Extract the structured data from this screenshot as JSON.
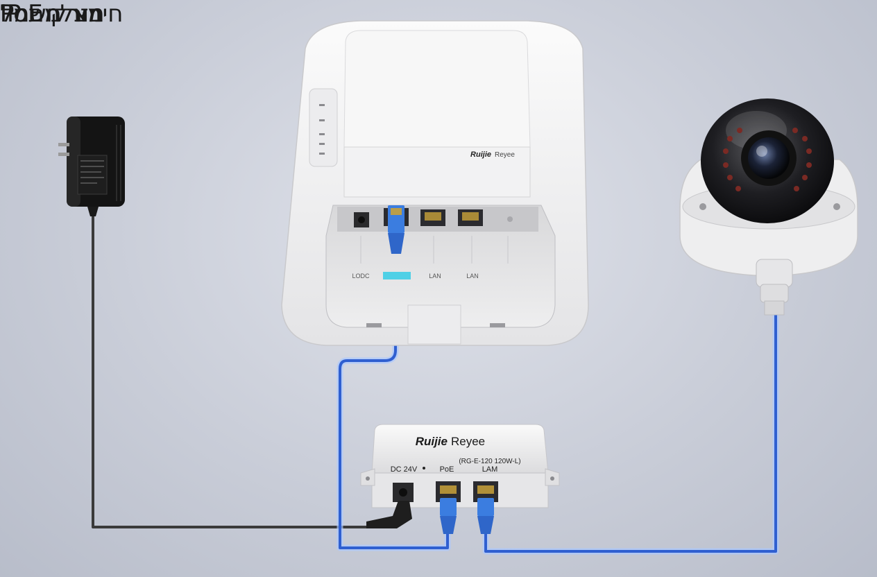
{
  "labels": {
    "power": "חיבור חשמל",
    "camera": "מצלמת IP",
    "injector": "מזרק PoE"
  },
  "access_point": {
    "brand_main": "Ruijie",
    "brand_sub": "Reyee",
    "port_labels": [
      "LODC",
      "",
      "LAN",
      "LAN"
    ]
  },
  "injector": {
    "brand_main": "Ruijie",
    "brand_sub": "Reyee",
    "model": "(RG-E-120 120W-L)",
    "port_dc": "DC 24V",
    "port_poe": "PoE",
    "port_lan": "LAM"
  },
  "colors": {
    "cable_blue": "#2f5fd0",
    "cable_glow": "#a9c8ff",
    "power_cable": "#3a3a3a",
    "device_white": "#f4f4f4"
  }
}
